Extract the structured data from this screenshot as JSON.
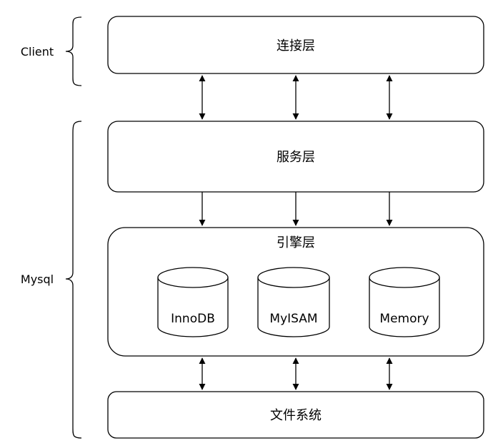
{
  "layers": {
    "connection": "连接层",
    "service": "服务层",
    "engine": "引擎层",
    "filesystem": "文件系统"
  },
  "engines": [
    "InnoDB",
    "MyISAM",
    "Memory"
  ],
  "groups": {
    "client": "Client",
    "mysql": "Mysql"
  }
}
